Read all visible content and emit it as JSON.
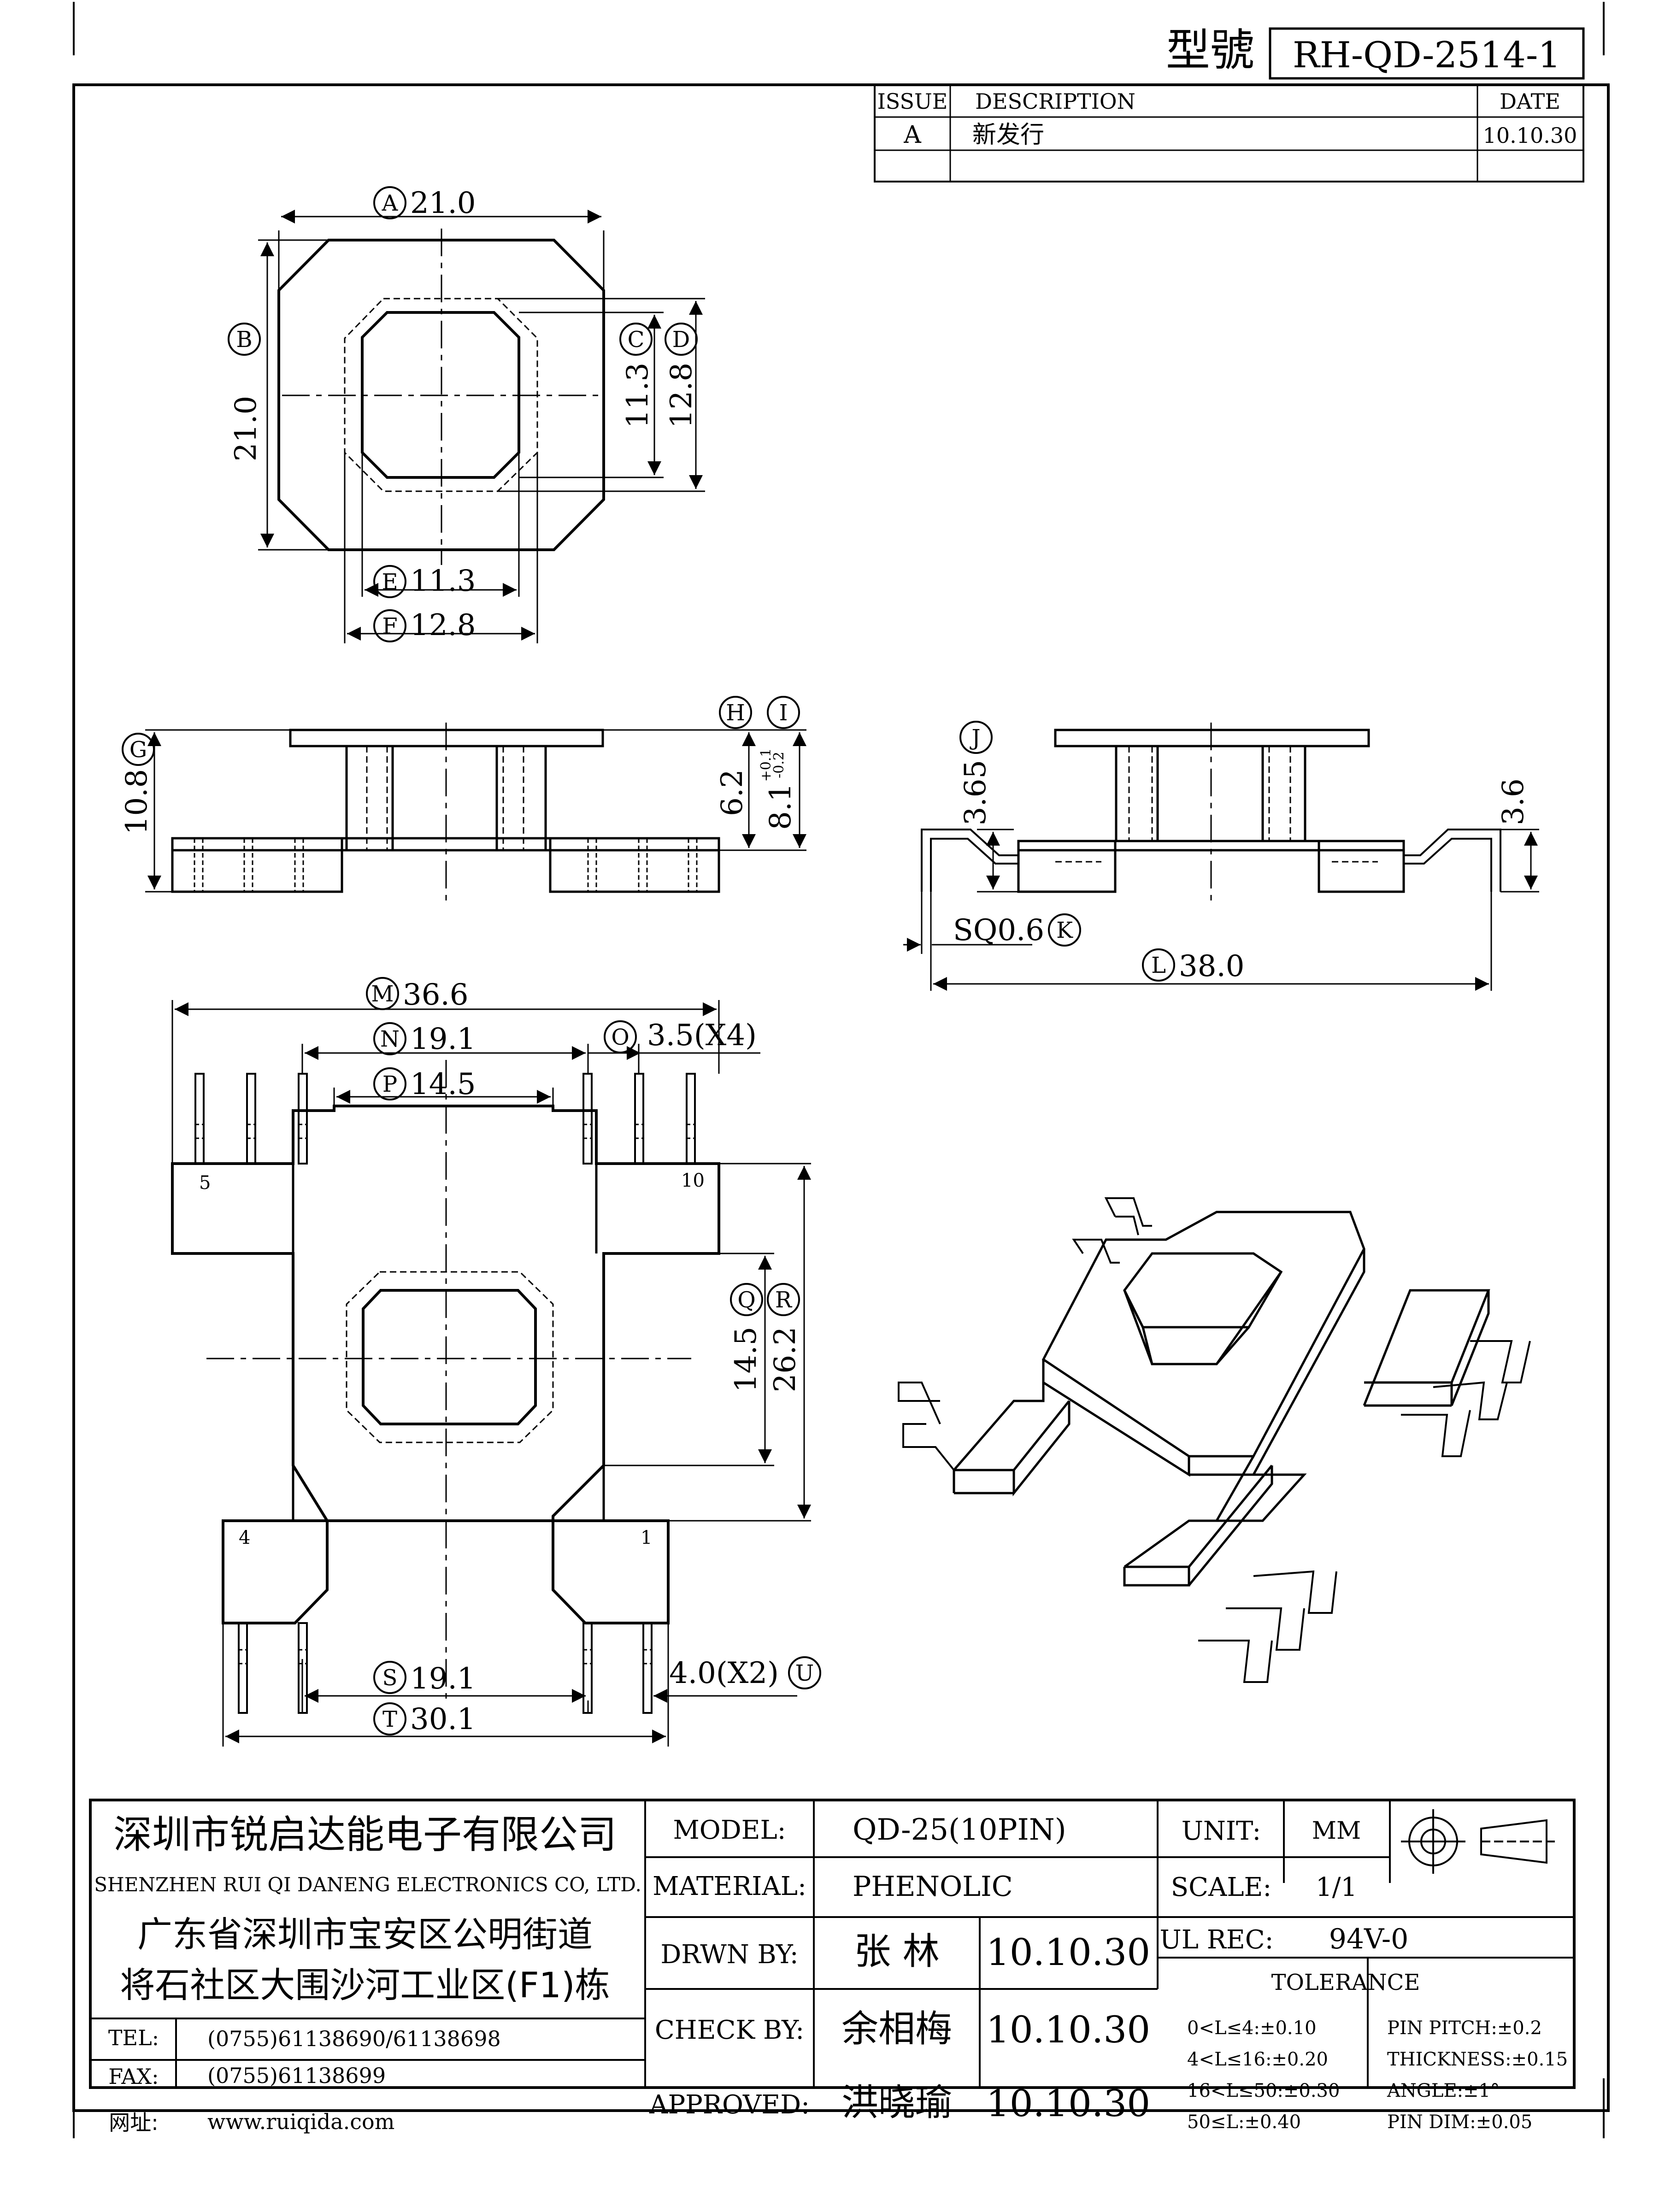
{
  "header": {
    "model_label": "型號",
    "model_number": "RH-QD-2514-1"
  },
  "revision": {
    "headers": [
      "ISSUE",
      "DESCRIPTION",
      "DATE"
    ],
    "rows": [
      [
        "A",
        "新发行",
        "10.10.30"
      ],
      [
        "",
        "",
        ""
      ]
    ]
  },
  "top_view": {
    "dims": {
      "A": "21.0",
      "B": "21.0",
      "C": "11.3",
      "D": "12.8",
      "E": "11.3",
      "F": "12.8"
    }
  },
  "front_view": {
    "dims": {
      "G": "10.8",
      "H": "6.2",
      "I": "8.1",
      "I_tol_plus": "+0.1",
      "I_tol_minus": "-0.2"
    }
  },
  "side_view": {
    "dims": {
      "J": "3.65",
      "K": "SQ0.6",
      "L": "38.0",
      "pin_height": "3.6"
    }
  },
  "bottom_view": {
    "dims": {
      "M": "36.6",
      "N": "19.1",
      "O": "3.5(X4)",
      "P": "14.5",
      "Q": "14.5",
      "R": "26.2",
      "S": "19.1",
      "T": "30.1",
      "U": "4.0(X2)"
    },
    "pin_labels": {
      "p5": "5",
      "p10": "10",
      "p4": "4",
      "p1": "1"
    }
  },
  "title_block": {
    "company_cn": "深圳市锐启达能电子有限公司",
    "company_en": "SHENZHEN RUI QI DANENG ELECTRONICS CO, LTD.",
    "address_line1": "广东省深圳市宝安区公明街道",
    "address_line2": "将石社区大围沙河工业区(F1)栋",
    "tel_label": "TEL:",
    "tel": "(0755)61138690/61138698",
    "fax_label": "FAX:",
    "fax": "(0755)61138699",
    "web_label": "网址:",
    "web": "www.ruiqida.com",
    "model_label": "MODEL:",
    "model": "QD-25(10PIN)",
    "material_label": "MATERIAL:",
    "material": "PHENOLIC",
    "drawn_label": "DRWN BY:",
    "drawn_by": "张 林",
    "drawn_date": "10.10.30",
    "check_label": "CHECK BY:",
    "check_by": "余相梅",
    "check_date": "10.10.30",
    "approved_label": "APPROVED:",
    "approved_by": "洪晓瑜",
    "approved_date": "10.10.30",
    "unit_label": "UNIT:",
    "unit": "MM",
    "scale_label": "SCALE:",
    "scale": "1/1",
    "ul_label": "UL REC:",
    "ul": "94V-0",
    "tolerance_label": "TOLERANCE",
    "tolerances": [
      "0<L≤4:±0.10",
      "4<L≤16:±0.20",
      "16<L≤50:±0.30",
      "50≤L:±0.40"
    ],
    "specs": [
      "PIN PITCH:±0.2",
      "THICKNESS:±0.15",
      "ANGLE:±1°",
      "PIN DIM:±0.05"
    ]
  }
}
